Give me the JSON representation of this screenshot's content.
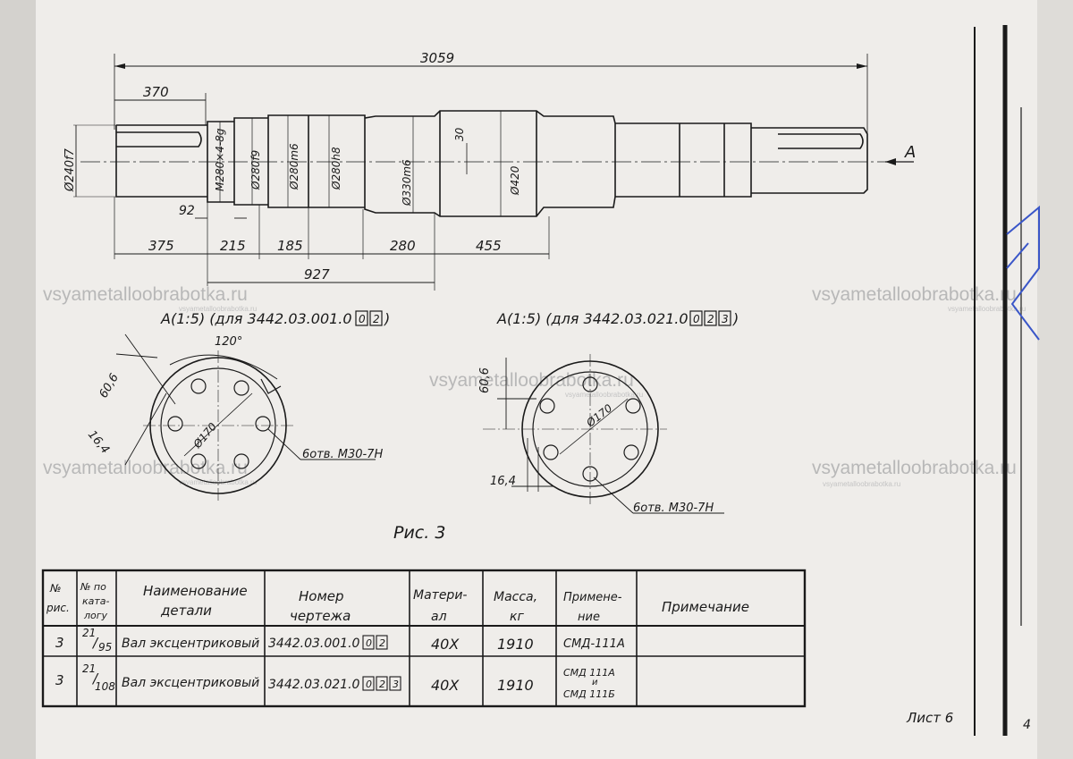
{
  "watermark": {
    "text": "vsyametalloobrabotka.ru",
    "sub": "vsyametalloobrabotka.ru"
  },
  "dimensions": {
    "overall": "3059",
    "d370": "370",
    "d92": "92",
    "d375": "375",
    "d215": "215",
    "d185": "185",
    "d280": "280",
    "d455": "455",
    "d927": "927",
    "d30": "30",
    "dia240": "Ø240f7",
    "thread": "М280×4-8g",
    "dia280f9": "Ø280f9",
    "dia280m6": "Ø280m6",
    "dia280h8": "Ø280h8",
    "dia330": "Ø330m6",
    "dia420": "Ø420",
    "viewA": "A"
  },
  "view1": {
    "title": "А(1:5) (для 3442.03.001.0",
    "boxes": [
      "0",
      "2"
    ],
    "angle": "120°",
    "d60": "60,6",
    "d16": "16,4",
    "dia": "Ø170",
    "holes": "6отв. М30-7Н"
  },
  "view2": {
    "title": "А(1:5) (для 3442.03.021.0",
    "boxes": [
      "0",
      "2",
      "3"
    ],
    "d60": "60,6",
    "d16": "16,4",
    "dia": "Ø170",
    "holes": "6отв. М30-7Н"
  },
  "figure_label": "Рис. 3",
  "table": {
    "headers": {
      "fig": [
        "№",
        "рис."
      ],
      "cat": [
        "№ по",
        "ката-",
        "логу"
      ],
      "name": [
        "Наименование",
        "детали"
      ],
      "drawing": [
        "Номер",
        "чертежа"
      ],
      "material": [
        "Матери-",
        "ал"
      ],
      "mass": [
        "Масса,",
        "кг"
      ],
      "use": [
        "Примене-",
        "ние"
      ],
      "note": "Примечание"
    },
    "rows": [
      {
        "fig": "3",
        "cat_num": "21",
        "cat_den": "95",
        "name": "Вал эксцентриковый",
        "drawing": "3442.03.001.0",
        "boxes": [
          "0",
          "2"
        ],
        "material": "40Х",
        "mass": "1910",
        "use": [
          "СМД-111А"
        ],
        "note": ""
      },
      {
        "fig": "3",
        "cat_num": "21",
        "cat_den": "108",
        "name": "Вал эксцентриковый",
        "drawing": "3442.03.021.0",
        "boxes": [
          "0",
          "2",
          "3"
        ],
        "material": "40Х",
        "mass": "1910",
        "use": [
          "СМД 111А",
          "и",
          "СМД 111Б"
        ],
        "note": ""
      }
    ]
  },
  "sheet_label": "Лист 6",
  "corner_mark": "4"
}
